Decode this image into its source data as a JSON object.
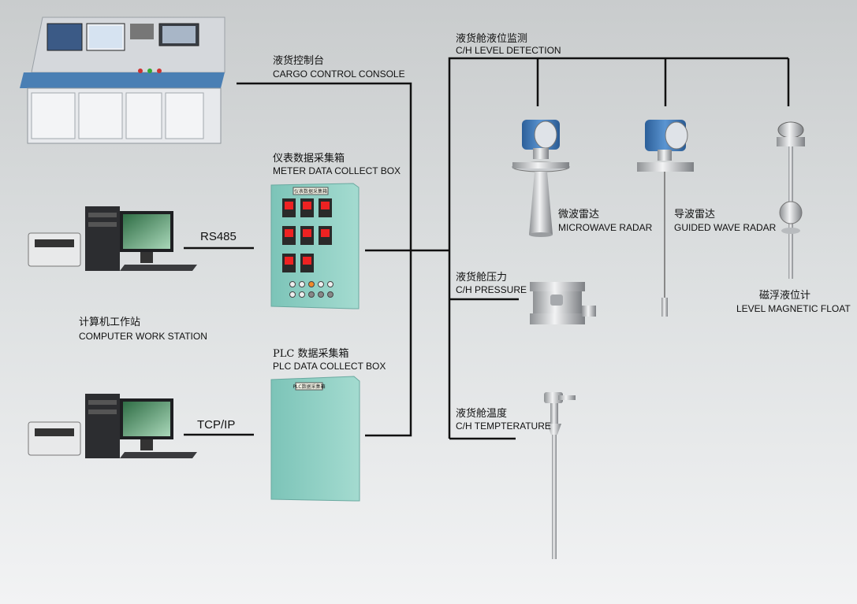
{
  "cargo_console": {
    "label_zh": "液货控制台",
    "label_en": "CARGO CONTROL CONSOLE"
  },
  "meter_box": {
    "label_zh": "仪表数据采集箱",
    "label_en": "METER DATA COLLECT BOX",
    "plate": "仪表数据采集箱"
  },
  "plc_box": {
    "label_zh": "PLC 数据采集箱",
    "label_en": "PLC DATA COLLECT BOX",
    "plate": "PLC数据采集箱"
  },
  "workstation": {
    "label_zh": "计算机工作站",
    "label_en": "COMPUTER WORK STATION"
  },
  "links": {
    "rs485": "RS485",
    "tcpip": "TCP/IP"
  },
  "level_detection": {
    "label_zh": "液货舱液位监测",
    "label_en": "C/H LEVEL DETECTION"
  },
  "microwave_radar": {
    "label_zh": "微波雷达",
    "label_en": "MICROWAVE RADAR"
  },
  "guided_wave_radar": {
    "label_zh": "导波雷达",
    "label_en": "GUIDED WAVE RADAR"
  },
  "magnetic_float": {
    "label_zh": "磁浮液位计",
    "label_en": "LEVEL MAGNETIC FLOAT"
  },
  "pressure": {
    "label_zh": "液货舱压力",
    "label_en": "C/H PRESSURE"
  },
  "temperature": {
    "label_zh": "液货舱温度",
    "label_en": "C/H TEMPTERATURE"
  },
  "colors": {
    "line": "#111111",
    "box_teal": "#8ecfc4",
    "device_blue": "#3d78b8"
  }
}
